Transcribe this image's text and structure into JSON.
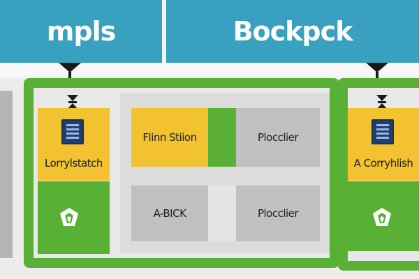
{
  "header": {
    "left_title": "mpls",
    "right_title": "Bockpck"
  },
  "left_column": {
    "card_label": "Lorrylstatch"
  },
  "grid": {
    "row1_left": "Flinn Stiion",
    "row1_right": "Plocclier",
    "row2_left": "A-BICK",
    "row2_right": "Plocclier"
  },
  "right_column": {
    "card_label": "A Corryhlish"
  },
  "colors": {
    "header": "#3aa0c0",
    "frame": "#58b135",
    "card_yellow": "#f2c230",
    "card_gray": "#c0c0c0",
    "icon_navy": "#1f3f73"
  }
}
